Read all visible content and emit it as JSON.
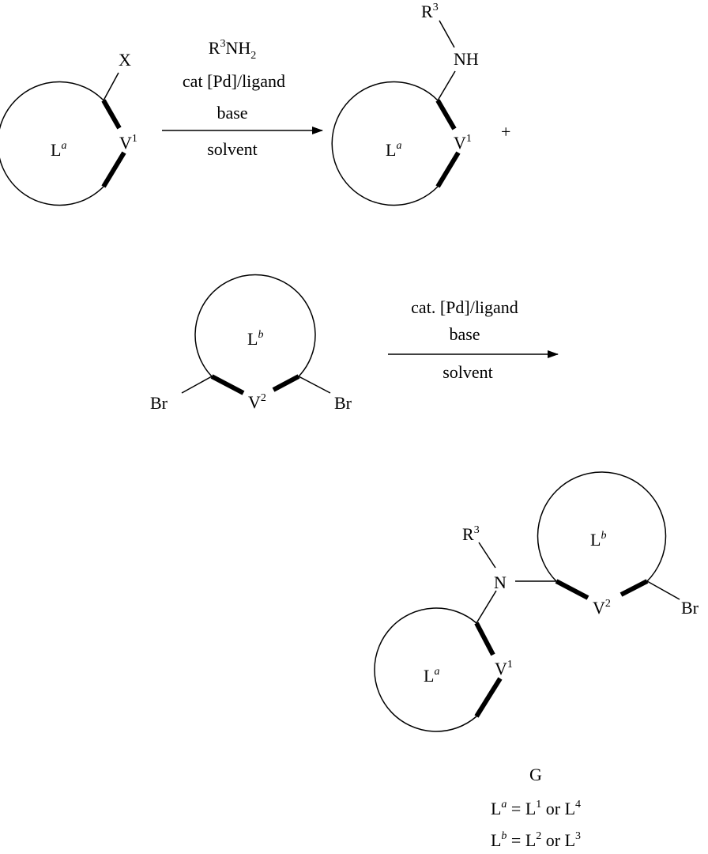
{
  "step1": {
    "reactant": {
      "ring_label": "L",
      "ring_sup": "a",
      "vertex_label": "V",
      "vertex_sup": "1",
      "substituent": "X"
    },
    "reagents": {
      "amine_a": "R",
      "amine_sup": "3",
      "amine_b": "NH",
      "amine_sub": "2",
      "catalyst": "cat [Pd]/ligand",
      "base": "base",
      "solvent": "solvent"
    },
    "product": {
      "r_label": "R",
      "r_sup": "3",
      "nh_label": "NH",
      "ring_label": "L",
      "ring_sup": "a",
      "vertex_label": "V",
      "vertex_sup": "1"
    },
    "plus": "+"
  },
  "step2": {
    "reactant": {
      "ring_label": "L",
      "ring_sup": "b",
      "vertex_label": "V",
      "vertex_sup": "2",
      "left_sub": "Br",
      "right_sub": "Br"
    },
    "reagents": {
      "catalyst": "cat. [Pd]/ligand",
      "base": "base",
      "solvent": "solvent"
    }
  },
  "product_g": {
    "r_label": "R",
    "r_sup": "3",
    "n_label": "N",
    "ringa_label": "L",
    "ringa_sup": "a",
    "v1_label": "V",
    "v1_sup": "1",
    "ringb_label": "L",
    "ringb_sup": "b",
    "v2_label": "V",
    "v2_sup": "2",
    "br_label": "Br"
  },
  "caption": {
    "name": "G",
    "line1": {
      "lhs": "L",
      "lhs_sup": "a",
      "eq": " = L",
      "n1": "1",
      "or": " or L",
      "n2": "4"
    },
    "line2": {
      "lhs": "L",
      "lhs_sup": "b",
      "eq": " = L",
      "n1": "2",
      "or": " or L",
      "n2": "3"
    }
  }
}
